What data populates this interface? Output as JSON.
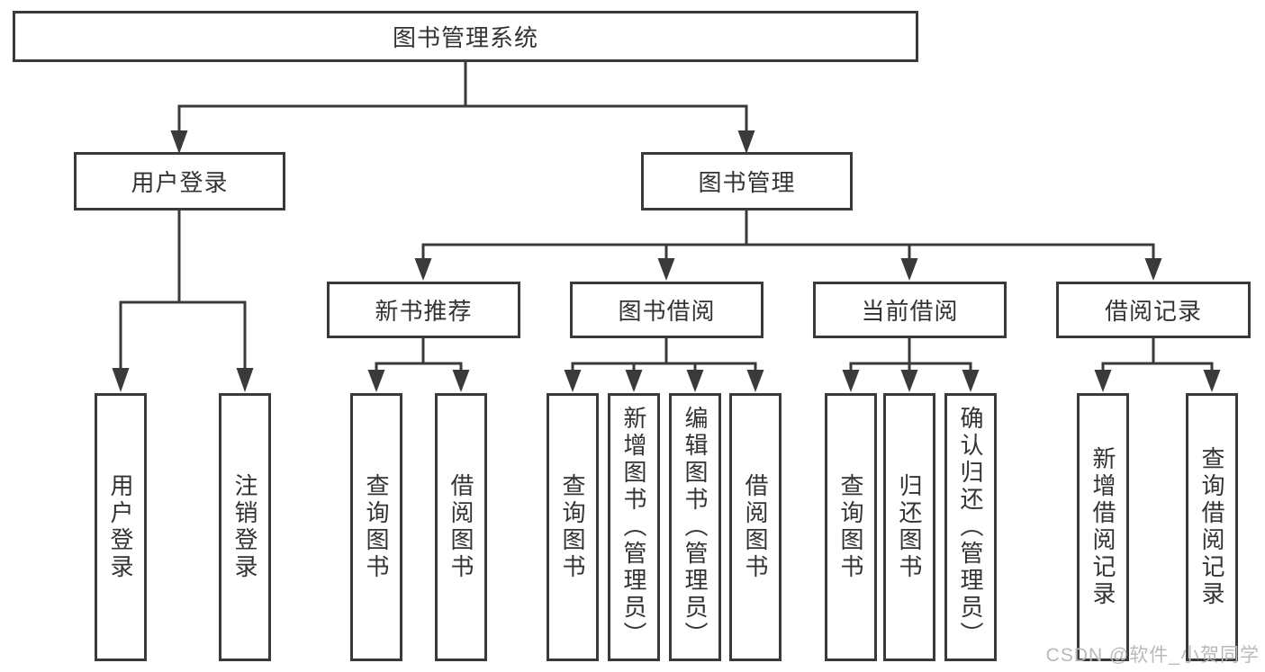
{
  "colors": {
    "line": "#3a3a3a",
    "node_border": "#3a3a3a",
    "node_fill": "#ffffff",
    "text": "#333333",
    "watermark": "#b9b9b9"
  },
  "watermark": "CSDN @软件_小贺同学",
  "tree": {
    "root": "图书管理系统",
    "login": {
      "label": "用户登录",
      "children": [
        "用户登录",
        "注销登录"
      ]
    },
    "management": {
      "label": "图书管理",
      "groups": [
        {
          "label": "新书推荐",
          "children": [
            "查询图书",
            "借阅图书"
          ]
        },
        {
          "label": "图书借阅",
          "children": [
            "查询图书",
            "新增图书（管理员）",
            "编辑图书（管理员）",
            "借阅图书"
          ]
        },
        {
          "label": "当前借阅",
          "children": [
            "查询图书",
            "归还图书",
            "确认归还（管理员）"
          ]
        },
        {
          "label": "借阅记录",
          "children": [
            "新增借阅记录",
            "查询借阅记录"
          ]
        }
      ]
    }
  }
}
